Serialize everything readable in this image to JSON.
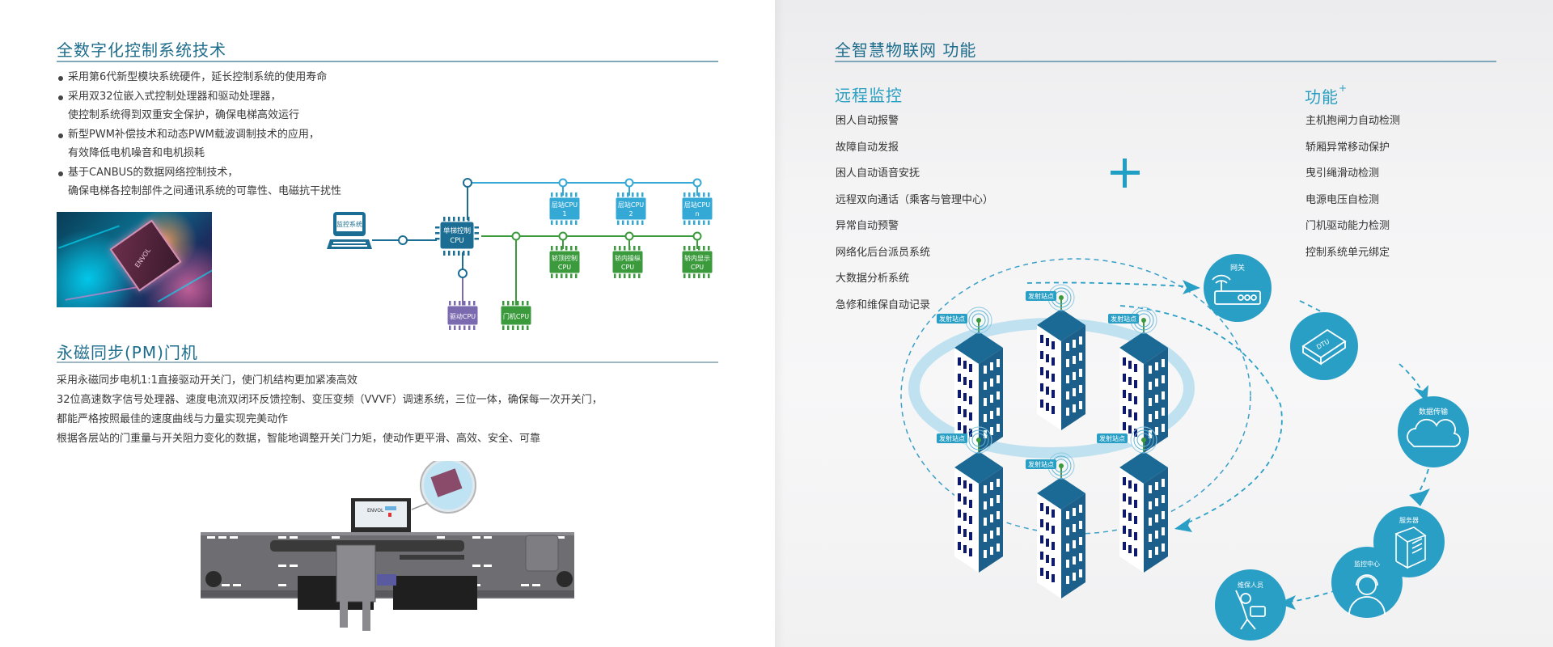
{
  "left_page": {
    "section1": {
      "title": "全数字化控制系统技术",
      "bullets": [
        {
          "line1": "采用第6代新型模块系统硬件，延长控制系统的使用寿命",
          "line2": ""
        },
        {
          "line1": "采用双32位嵌入式控制处理器和驱动处理器，",
          "line2": "使控制系统得到双重安全保护，确保电梯高效运行"
        },
        {
          "line1": "新型PWM补偿技术和动态PWM载波调制技术的应用，",
          "line2": "有效降低电机噪音和电机损耗"
        },
        {
          "line1": "基于CANBUS的数据网络控制技术，",
          "line2": "确保电梯各控制部件之间通讯系统的可靠性、电磁抗干扰性"
        }
      ],
      "photo_chip_label": "ENVOL",
      "diagram": {
        "monitor_label": "监控系统",
        "main_cpu": {
          "line1": "单梯控制",
          "line2": "CPU"
        },
        "floor_cpus": [
          {
            "line1": "层站CPU",
            "line2": "1"
          },
          {
            "line1": "层站CPU",
            "line2": "2"
          },
          {
            "line1": "层站CPU",
            "line2": "n"
          }
        ],
        "car_cpus": [
          {
            "line1": "轿顶控制",
            "line2": "CPU"
          },
          {
            "line1": "轿内操纵",
            "line2": "CPU"
          },
          {
            "line1": "轿内显示",
            "line2": "CPU"
          }
        ],
        "drive_cpu": "驱动CPU",
        "door_cpu": "门机CPU",
        "colors": {
          "blue": "#1b6d93",
          "cyan": "#35a9d6",
          "green": "#3a9a3c",
          "purple": "#7b6aaf"
        }
      }
    },
    "section2": {
      "title": "永磁同步(PM)门机",
      "paragraphs": [
        "采用永磁同步电机1:1直接驱动开关门，使门机结构更加紧凑高效",
        "32位高速数字信号处理器、速度电流双闭环反馈控制、变压变频（VVVF）调速系统，三位一体，确保每一次开关门，",
        "都能严格按照最佳的速度曲线与力量实现完美动作",
        "根据各层站的门重量与开关阻力变化的数据，智能地调整开关门力矩，使动作更平滑、高效、安全、可靠"
      ],
      "controller_brand": "ENVOL"
    }
  },
  "right_page": {
    "title": "全智慧物联网 功能",
    "remote": {
      "title": "远程监控",
      "items": [
        "困人自动报警",
        "故障自动发报",
        "困人自动语音安抚",
        "远程双向通话（乘客与管理中心）",
        "异常自动预警",
        "网络化后台派员系统",
        "大数据分析系统",
        "急修和维保自动记录"
      ]
    },
    "plus_functions": {
      "title": "功能",
      "title_sup": "+",
      "items": [
        "主机抱闸力自动检测",
        "轿厢异常移动保护",
        "曳引绳滑动检测",
        "电源电压自检测",
        "门机驱动能力检测",
        "控制系统单元绑定"
      ]
    },
    "iot_diagram": {
      "building_tag": "发射站点",
      "nodes": [
        {
          "id": "gateway",
          "label": "网关"
        },
        {
          "id": "dtu",
          "label": "",
          "device_text": "DTU"
        },
        {
          "id": "data",
          "label": "数据传输"
        },
        {
          "id": "server",
          "label": "服务器"
        },
        {
          "id": "monitor",
          "label": "监控中心"
        },
        {
          "id": "maintenance",
          "label": "维保人员"
        }
      ],
      "colors": {
        "circle": "#2a9fc6",
        "building_dark": "#1b5f8a",
        "window": "#0d1a6e",
        "ring": "#a8d8ec",
        "antenna": "#3a9a3c"
      }
    }
  }
}
